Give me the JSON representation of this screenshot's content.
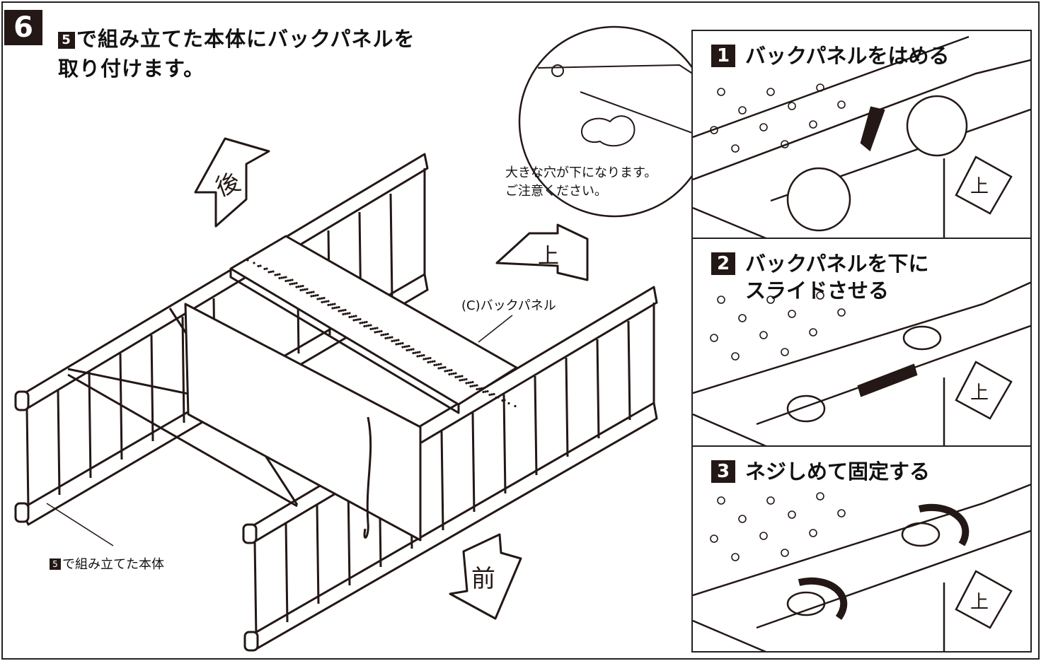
{
  "step": {
    "number": "6",
    "ref_step": "5",
    "title_line1": "で組み立てた本体にバックパネルを",
    "title_line2": "取り付けます。"
  },
  "arrows": {
    "back": "後",
    "front": "前",
    "top": "上"
  },
  "callouts": {
    "hole_note_line1": "大きな穴が下になります。",
    "hole_note_line2": "ご注意ください。",
    "back_panel": "(C)バックパネル",
    "body_ref": "5",
    "body_label": "で組み立てた本体"
  },
  "steps": [
    {
      "num": "1",
      "line1": "バックパネルをはめる",
      "line2": ""
    },
    {
      "num": "2",
      "line1": "バックパネルを下に",
      "line2": "スライドさせる"
    },
    {
      "num": "3",
      "line1": "ネジしめて固定する",
      "line2": ""
    }
  ],
  "panel_label": "上",
  "colors": {
    "ink": "#231815",
    "paper": "#ffffff"
  }
}
